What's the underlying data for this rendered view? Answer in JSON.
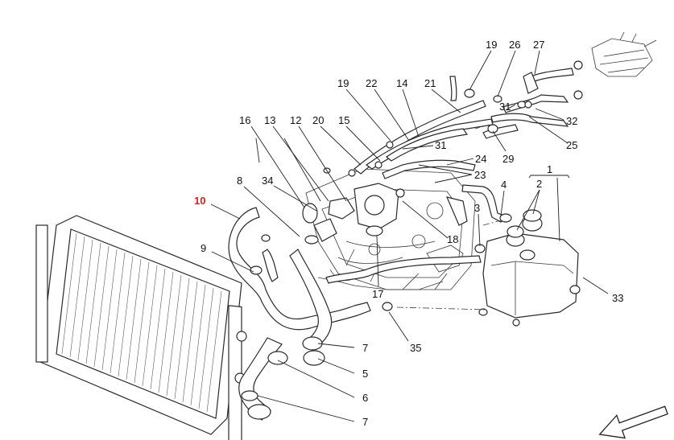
{
  "diagram": {
    "callouts": [
      {
        "id": "c1",
        "text": "1"
      },
      {
        "id": "c2",
        "text": "2"
      },
      {
        "id": "c3",
        "text": "3"
      },
      {
        "id": "c4",
        "text": "4"
      },
      {
        "id": "c5",
        "text": "5"
      },
      {
        "id": "c6",
        "text": "6"
      },
      {
        "id": "c7a",
        "text": "7"
      },
      {
        "id": "c7b",
        "text": "7"
      },
      {
        "id": "c8",
        "text": "8"
      },
      {
        "id": "c9",
        "text": "9"
      },
      {
        "id": "c10",
        "text": "10"
      },
      {
        "id": "c12",
        "text": "12"
      },
      {
        "id": "c13",
        "text": "13"
      },
      {
        "id": "c14",
        "text": "14"
      },
      {
        "id": "c15",
        "text": "15"
      },
      {
        "id": "c16",
        "text": "16"
      },
      {
        "id": "c17",
        "text": "17"
      },
      {
        "id": "c18",
        "text": "18"
      },
      {
        "id": "c19a",
        "text": "19"
      },
      {
        "id": "c19b",
        "text": "19"
      },
      {
        "id": "c20",
        "text": "20"
      },
      {
        "id": "c21",
        "text": "21"
      },
      {
        "id": "c22",
        "text": "22"
      },
      {
        "id": "c23",
        "text": "23"
      },
      {
        "id": "c24",
        "text": "24"
      },
      {
        "id": "c25",
        "text": "25"
      },
      {
        "id": "c26",
        "text": "26"
      },
      {
        "id": "c27",
        "text": "27"
      },
      {
        "id": "c29",
        "text": "29"
      },
      {
        "id": "c31a",
        "text": "31"
      },
      {
        "id": "c31b",
        "text": "31"
      },
      {
        "id": "c32",
        "text": "32"
      },
      {
        "id": "c33",
        "text": "33"
      },
      {
        "id": "c34",
        "text": "34"
      },
      {
        "id": "c35",
        "text": "35"
      }
    ],
    "highlight_color": "#d81e1e",
    "line_color": "#222222",
    "direction_icon": "arrow-down-left-icon"
  }
}
